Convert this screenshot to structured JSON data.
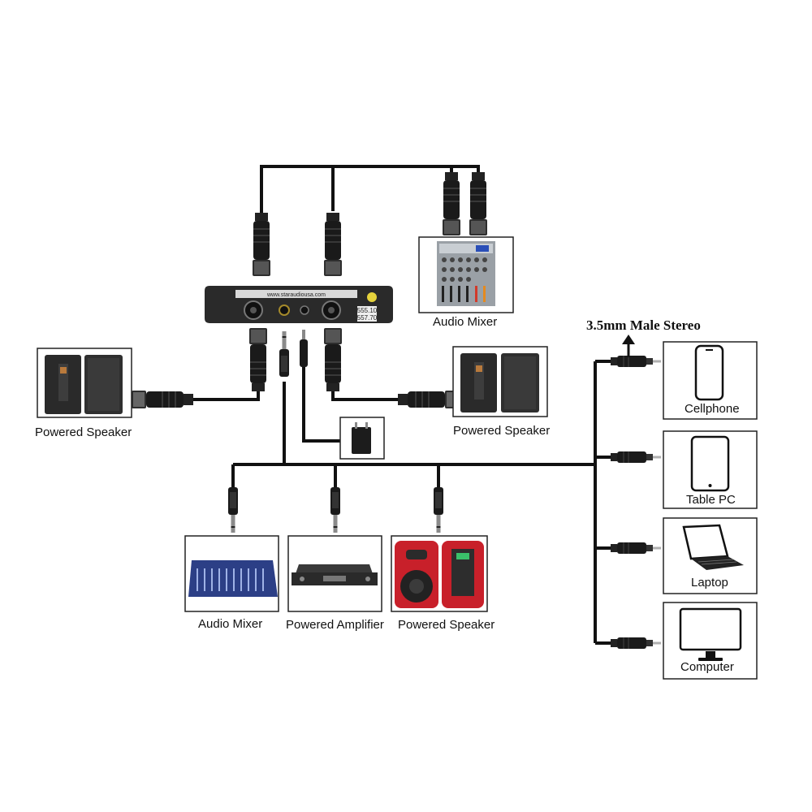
{
  "receiver": {
    "url_label": "www.staraudiousa.com",
    "freq_1": "555.10",
    "freq_2": "557.70"
  },
  "labels": {
    "audio_mixer_top": "Audio Mixer",
    "speaker_left": "Powered Speaker",
    "speaker_right": "Powered Speaker",
    "stereo_header": "3.5mm Male Stereo",
    "cellphone": "Cellphone",
    "tablet": "Table PC",
    "laptop": "Laptop",
    "computer": "Computer",
    "audio_mixer_bottom": "Audio Mixer",
    "powered_amplifier": "Powered Amplifier",
    "speaker_bottom": "Powered Speaker"
  },
  "colors": {
    "cable": "#111111",
    "connector": "#1a1a1a",
    "device": "#2b2b2b",
    "red_speaker": "#c8202a",
    "mixer_blue": "#2c3f86"
  }
}
